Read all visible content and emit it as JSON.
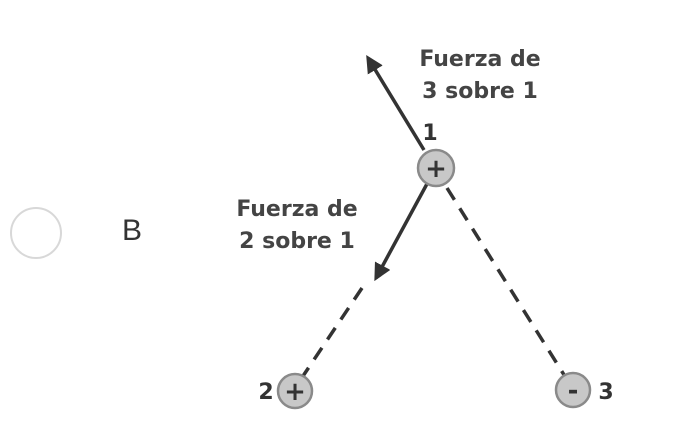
{
  "option": {
    "letter": "B"
  },
  "diagram": {
    "force_3_on_1": [
      "Fuerza de",
      "3 sobre 1"
    ],
    "force_2_on_1": [
      "Fuerza de",
      "2 sobre 1"
    ],
    "charges": [
      {
        "id": "1",
        "sign": "+"
      },
      {
        "id": "2",
        "sign": "+"
      },
      {
        "id": "3",
        "sign": "-"
      }
    ]
  },
  "colors": {
    "charge_fill": "#c8c8c8",
    "charge_stroke": "#8a8a8a",
    "arrow": "#333333",
    "dashed": "#333333"
  }
}
